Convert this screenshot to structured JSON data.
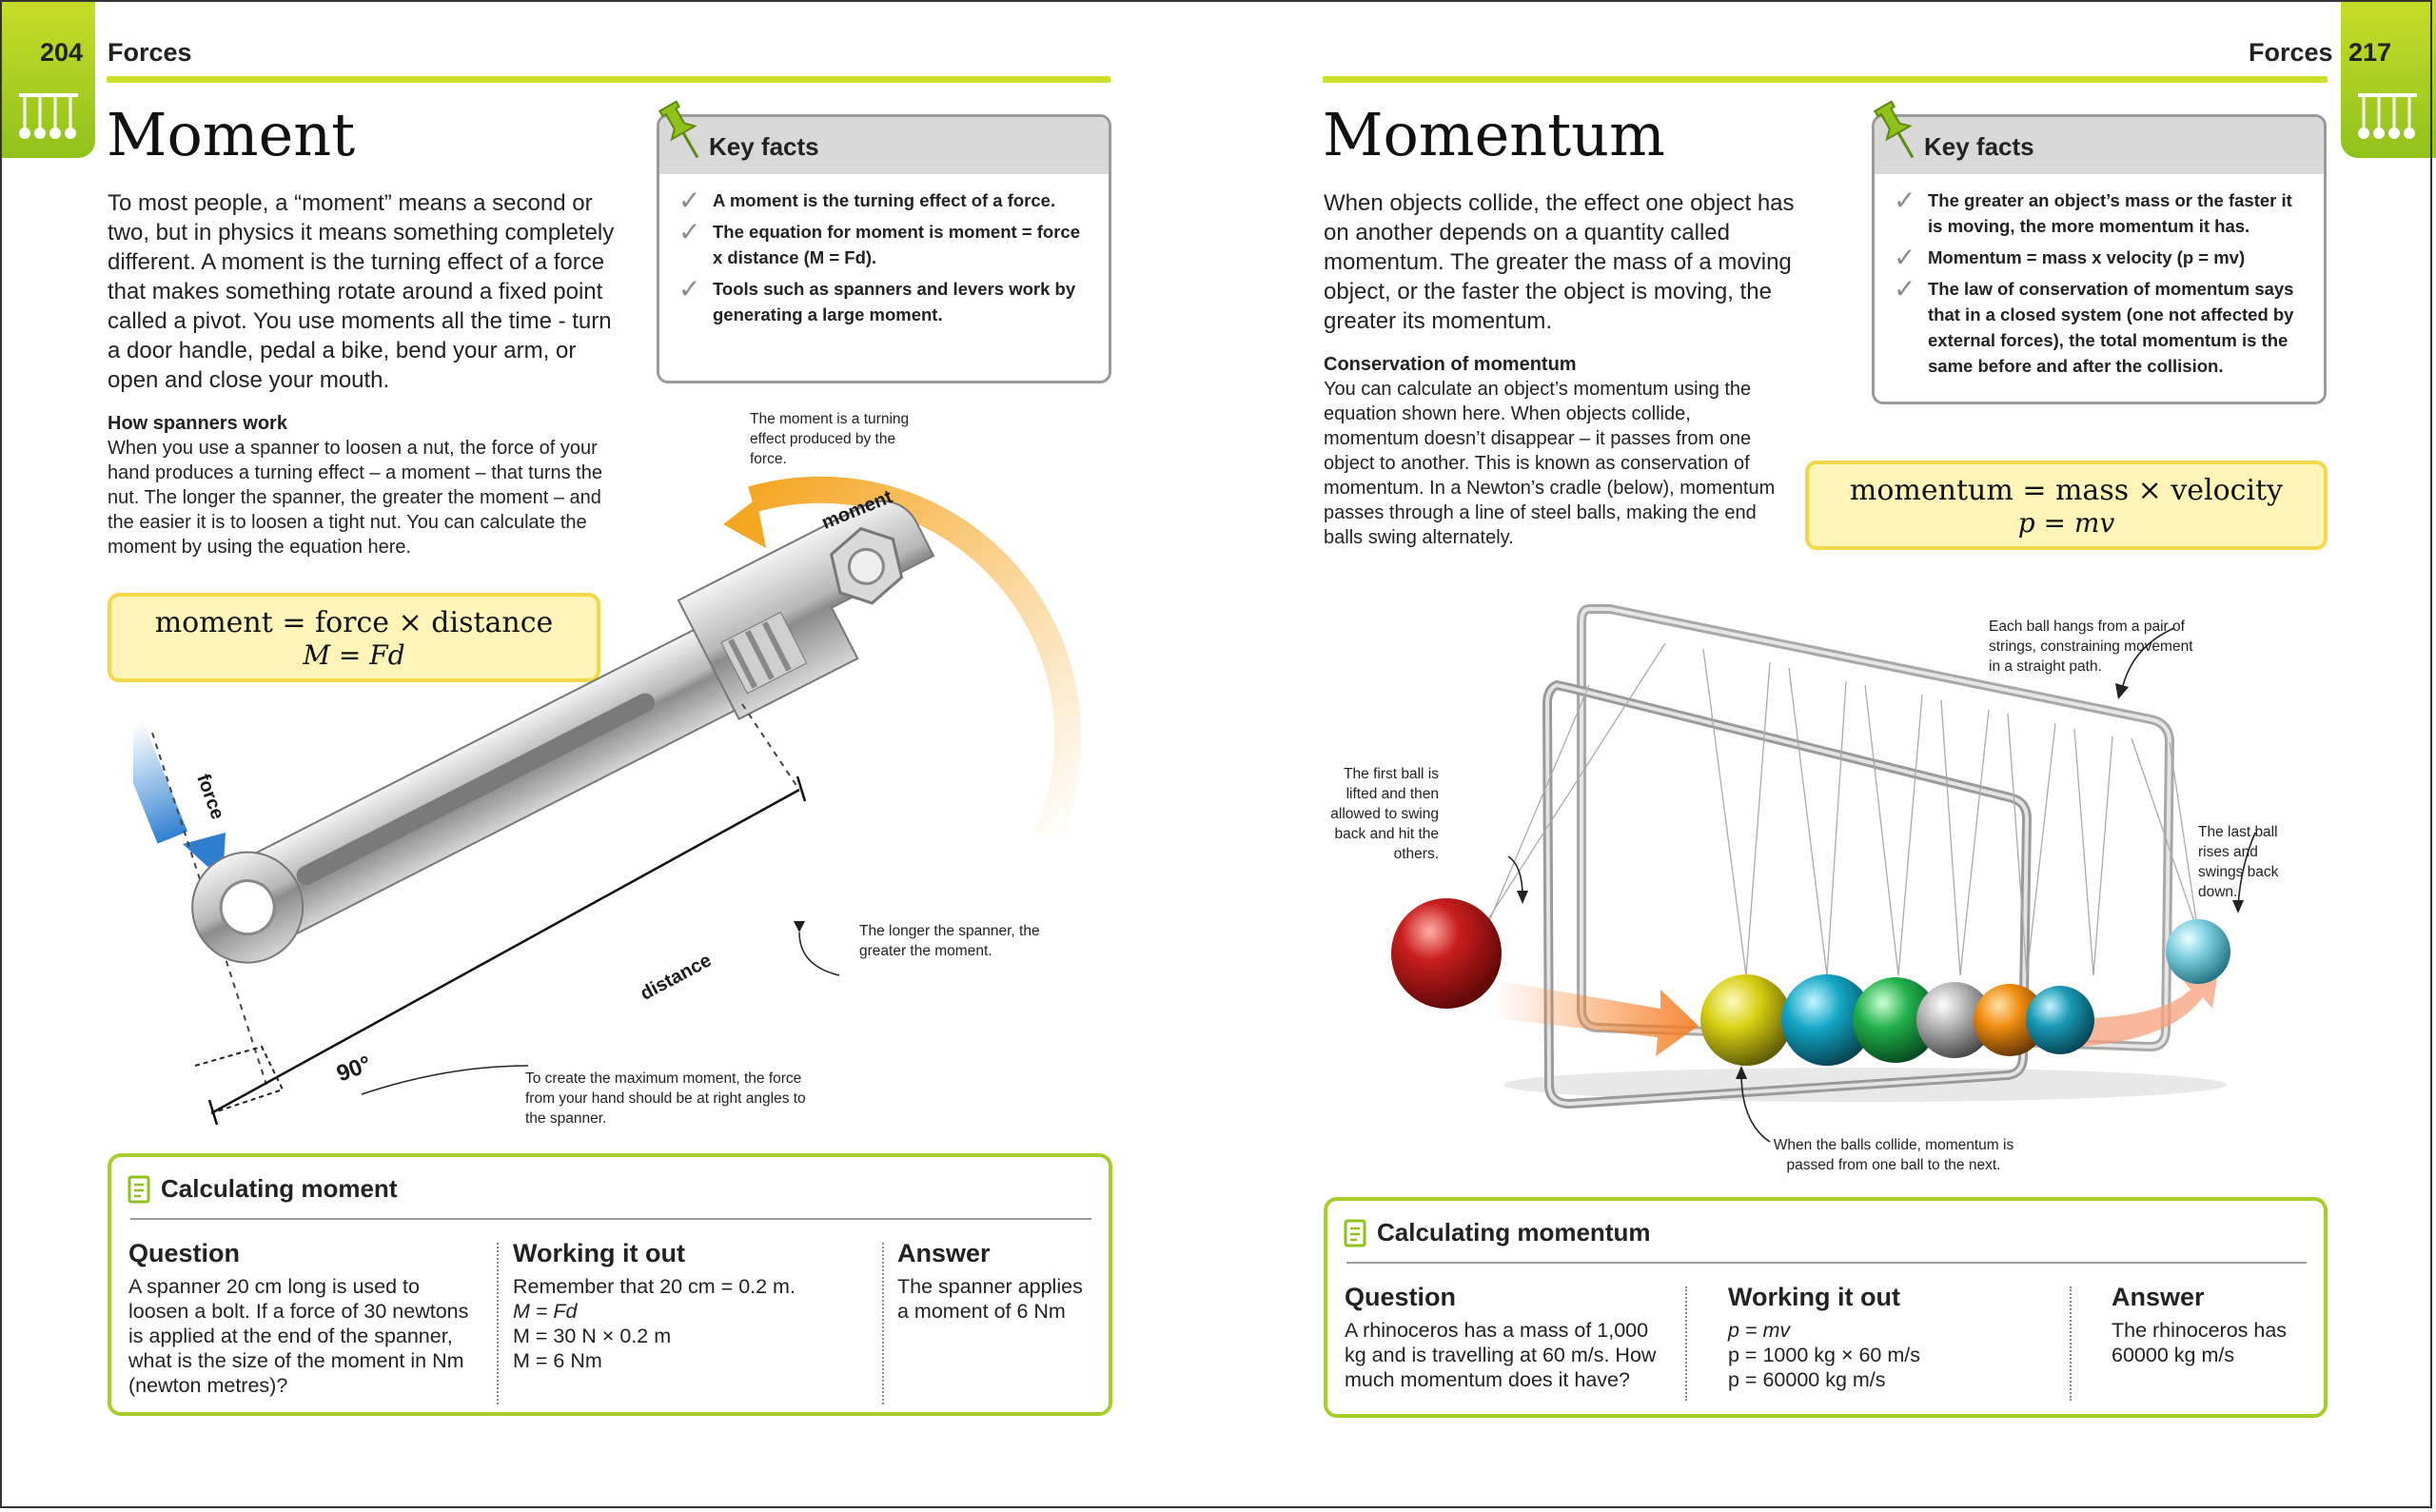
{
  "left": {
    "page_number": "204",
    "section": "Forces",
    "title": "Moment",
    "intro": "To most people, a “moment” means a second or two, but in physics it means something completely different. A moment is the turning effect of a force that makes something rotate around a fixed point called a pivot. You use moments all the time - turn a door handle, pedal a bike, bend your arm, or open and close your mouth.",
    "subhead": "How spanners work",
    "subtext": "When you use a spanner to loosen a nut, the force of your hand produces a turning effect – a moment – that turns the nut. The longer the spanner, the greater the moment – and the easier it is to loosen a tight nut. You can calculate the moment by using the equation here.",
    "key_facts": {
      "heading": "Key facts",
      "items": [
        "A moment is the turning effect of a force.",
        "The equation for moment is moment = force x distance (M = Fd).",
        "Tools such as spanners and levers work by generating  a large moment."
      ]
    },
    "equation": {
      "line1": "moment = force × distance",
      "line2": "M = Fd"
    },
    "diagram": {
      "moment_caption": "The moment is a turning effect produced by the force.",
      "moment_label": "moment",
      "force_label": "force",
      "distance_label": "distance",
      "angle_label": "90°",
      "longer_caption": "The longer the spanner, the greater the moment.",
      "max_caption": "To create the maximum moment, the force from your hand should be at right angles to the spanner."
    },
    "calc": {
      "title": "Calculating moment",
      "q_head": "Question",
      "q_text": "A spanner 20 cm long is used to loosen a bolt. If a force of 30 newtons is applied at the end of the spanner, what is the size of the moment in Nm (newton metres)?",
      "w_head": "Working it out",
      "w_lines": [
        "Remember that 20 cm = 0.2 m.",
        "M = Fd",
        "M = 30 N × 0.2 m",
        "M = 6 Nm"
      ],
      "a_head": "Answer",
      "a_text": "The spanner applies a moment of 6 Nm"
    }
  },
  "right": {
    "page_number": "217",
    "section": "Forces",
    "title": "Momentum",
    "intro": "When objects collide, the effect one object has on another depends on a quantity called momentum. The greater the mass of a moving object, or the faster the object is moving, the greater its momentum.",
    "subhead": "Conservation of momentum",
    "subtext": "You can calculate an object’s momentum using the equation shown here. When objects collide, momentum doesn’t disappear – it passes from one object to another. This is known as conservation of momentum. In a Newton’s cradle (below), momentum passes through a line of steel balls, making the end balls swing alternately.",
    "key_facts": {
      "heading": "Key facts",
      "items": [
        "The greater an object’s mass or the faster it is moving, the more momentum it has.",
        "Momentum = mass x velocity (p = mv)",
        "The law of conservation of momentum says that in a closed system (one not affected by external forces), the total momentum is the same before and after the collision."
      ]
    },
    "equation": {
      "line1": "momentum = mass × velocity",
      "line2": "p = mv"
    },
    "diagram": {
      "strings_caption": "Each ball hangs from a pair of strings, constraining movement in a straight path.",
      "first_caption": "The first ball is lifted and then allowed to swing back and hit the others.",
      "last_caption": "The last ball rises and swings back down.",
      "collide_caption": "When the balls collide, momentum is passed from one ball to the next."
    },
    "calc": {
      "title": "Calculating momentum",
      "q_head": "Question",
      "q_text": "A rhinoceros has a mass of 1,000 kg and is travelling at 60 m/s. How much momentum does it have?",
      "w_head": "Working it out",
      "w_lines": [
        "p = mv",
        "p = 1000 kg × 60 m/s",
        "p = 60000 kg m/s"
      ],
      "a_head": "Answer",
      "a_text": "The rhinoceros has 60000 kg m/s"
    }
  },
  "colors": {
    "green": "#9cc823",
    "yellow_fill": "#fff5b8",
    "yellow_border": "#f2d84a",
    "orange": "#f5a623",
    "blue": "#3a8fd8"
  }
}
